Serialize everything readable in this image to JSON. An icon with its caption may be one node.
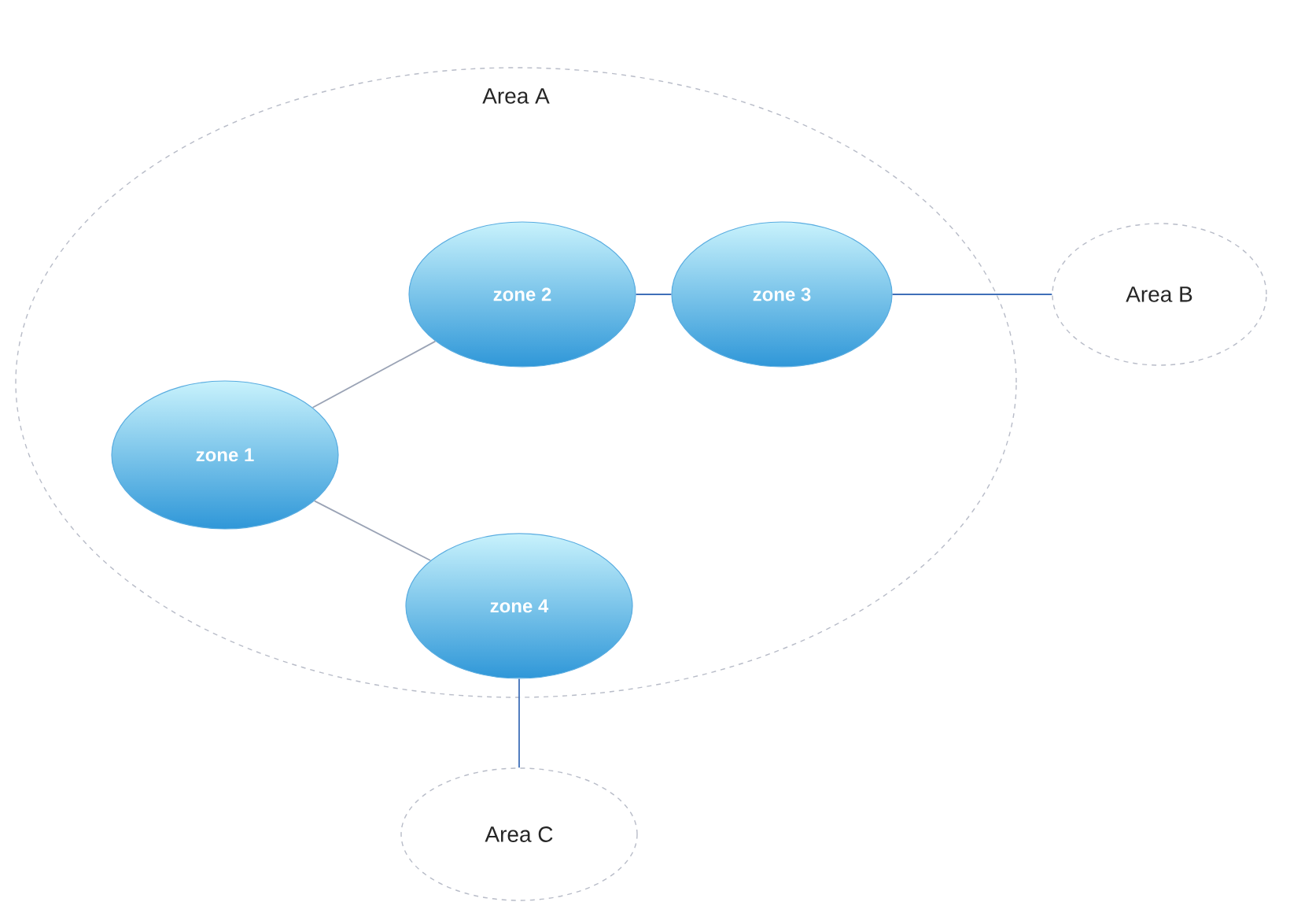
{
  "diagram": {
    "nodes": [
      {
        "text": [
          "Area A"
        ]
      },
      {
        "text": [
          "zone 1"
        ],
        "in": 0
      },
      {
        "text": [
          "zone 2"
        ],
        "in": 0
      },
      {
        "text": [
          "zone 3"
        ],
        "in": 0
      },
      {
        "text": [
          "zone 4"
        ],
        "in": 0
      },
      {
        "text": [
          "Area B"
        ]
      },
      {
        "text": [
          "Area C"
        ]
      }
    ],
    "edges": [
      {
        "from": 1,
        "to": 2,
        "arrow": "none",
        "color": "#9aa3b5"
      },
      {
        "from": 1,
        "to": 4,
        "arrow": "none",
        "color": "#9aa3b5"
      },
      {
        "from": 2,
        "to": 3,
        "arrow": "none"
      },
      {
        "from": 3,
        "to": 5,
        "arrow": "none"
      },
      {
        "from": 4,
        "to": 6,
        "arrow": "none"
      }
    ]
  }
}
